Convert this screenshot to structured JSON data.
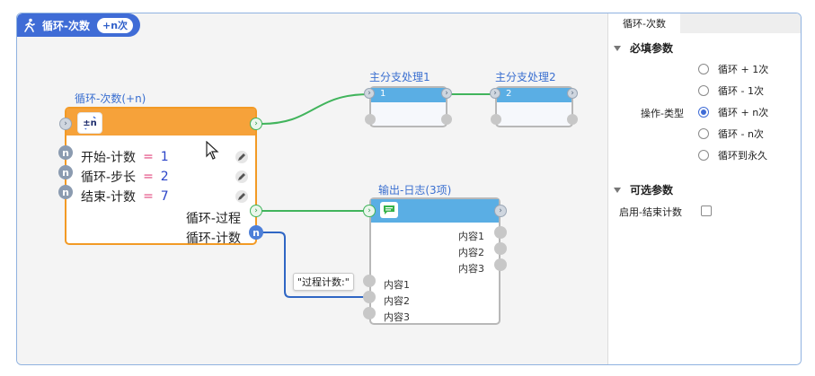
{
  "tab": {
    "title": "循环-次数",
    "badge": "+n次"
  },
  "loop_node": {
    "title": "循环-次数(+n)",
    "icon_text": "±n",
    "params": [
      {
        "label": "开始-计数",
        "eq": "=",
        "value": "1"
      },
      {
        "label": "循环-步长",
        "eq": "=",
        "value": "2"
      },
      {
        "label": "结束-计数",
        "eq": "=",
        "value": "7"
      }
    ],
    "port_n": "n",
    "outputs": {
      "process": "循环-过程",
      "count": "循环-计数"
    }
  },
  "branch1": {
    "title": "主分支处理1",
    "index": "1"
  },
  "branch2": {
    "title": "主分支处理2",
    "index": "2"
  },
  "log_node": {
    "title": "输出-日志(3项)",
    "right_ports": [
      "内容1",
      "内容2",
      "内容3"
    ],
    "left_ports": [
      "内容1",
      "内容2",
      "内容3"
    ]
  },
  "comment": "\"过程计数:\"",
  "panel": {
    "tab": "循环-次数",
    "required": {
      "title": "必填参数",
      "field_label": "操作-类型",
      "options": [
        "循环 + 1次",
        "循环 - 1次",
        "循环 + n次",
        "循环 - n次",
        "循环到永久"
      ],
      "selected": "循环 + n次"
    },
    "optional": {
      "title": "可选参数",
      "field_label": "启用-结束计数"
    }
  },
  "colors": {
    "accent": "#3f6cd6",
    "orange": "#f6a23a",
    "blue_header": "#5aaee4",
    "wire_green": "#41b45c",
    "wire_blue": "#2f66c4"
  }
}
